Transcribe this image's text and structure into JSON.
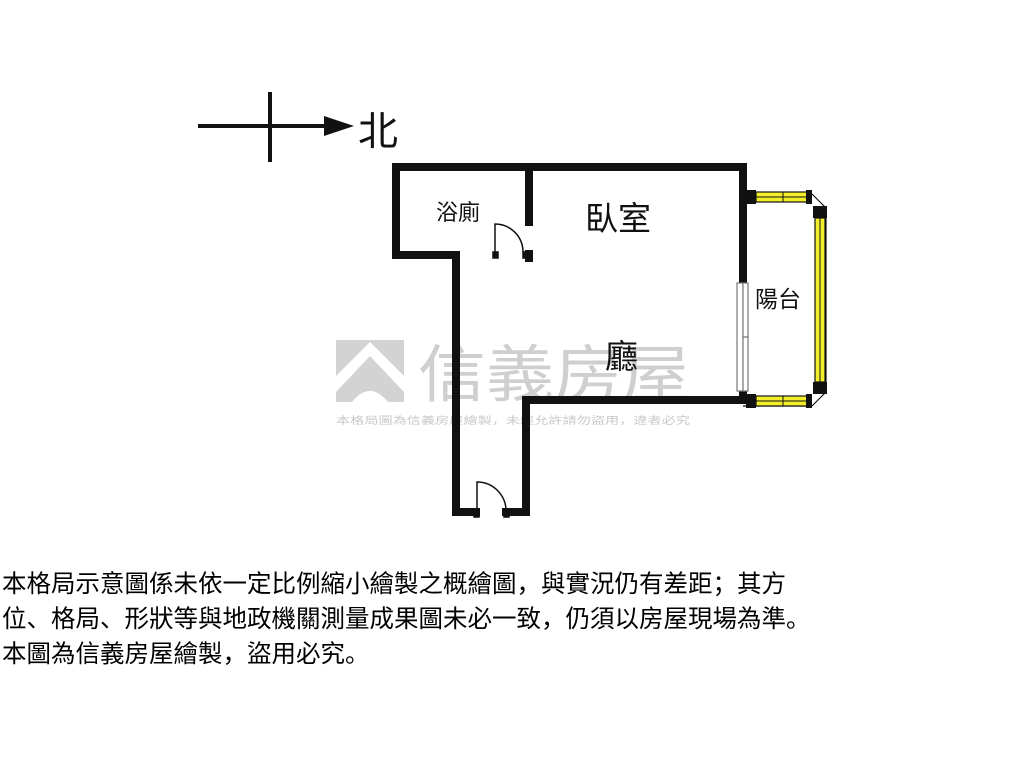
{
  "compass": {
    "direction_label": "北"
  },
  "rooms": {
    "bathroom": "浴廁",
    "bedroom": "臥室",
    "balcony": "陽台",
    "living_room": "廳"
  },
  "watermark": {
    "brand": "信義房屋",
    "notice": "本格局圖為信義房屋繪製，未經允許請勿盜用，違者必究"
  },
  "disclaimer": {
    "line1": "本格局示意圖係未依一定比例縮小繪製之概繪圖，與實況仍有差距；其方",
    "line2": "位、格局、形狀等與地政機關測量成果圖未必一致，仍須以房屋現場為準。",
    "line3": "本圖為信義房屋繪製，盜用必究。"
  },
  "colors": {
    "wall": "#111111",
    "window_fill": "#f2ef2a",
    "watermark": "#cfcfcf",
    "text": "#000000"
  }
}
